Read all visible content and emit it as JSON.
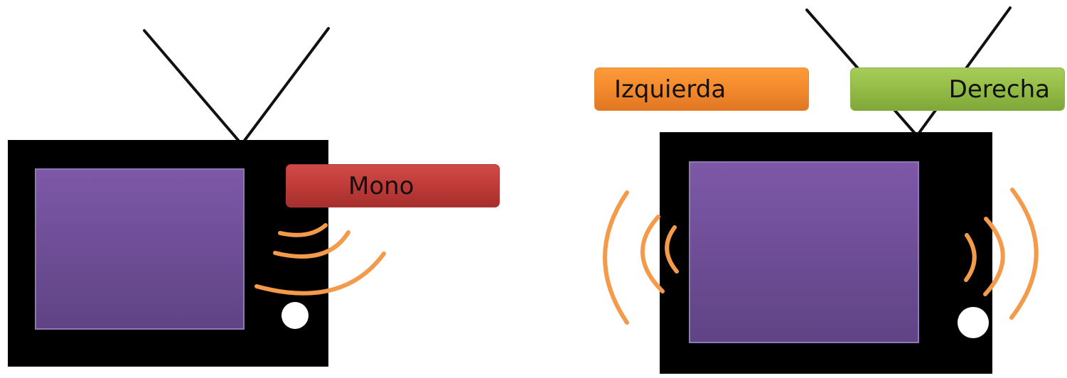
{
  "labels": {
    "mono": "Mono",
    "left": "Izquierda",
    "right": "Derecha"
  },
  "colors": {
    "tv_body": "#000000",
    "screen_top": "#7d58a8",
    "screen_bottom": "#5f4384",
    "screen_border": "#8e79b6",
    "sound_waves": "#f39a4b",
    "knob": "#ffffff",
    "antenna": "#111111",
    "mono_label": "#c23c39",
    "left_label": "#f48b2d",
    "right_label": "#95be47"
  },
  "icons": {
    "left_tv": "mono-tv-icon",
    "right_tv": "stereo-tv-icon",
    "sound": "sound-wave-icon",
    "knob": "knob-icon",
    "antenna": "antenna-icon"
  }
}
